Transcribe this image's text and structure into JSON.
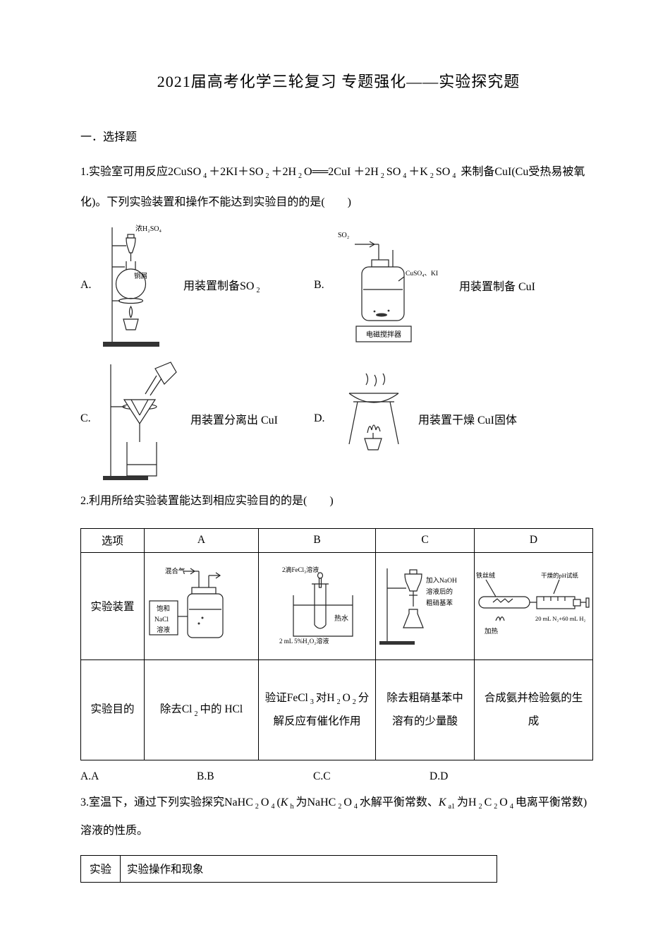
{
  "doc": {
    "title": "2021届高考化学三轮复习 专题强化——实验探究题",
    "section": "一．选择题"
  },
  "q1": {
    "stem": [
      {
        "t": "1.实验室可用反应2CuSO"
      },
      {
        "s": "4"
      },
      {
        "t": "＋2KI＋SO"
      },
      {
        "s": "2"
      },
      {
        "t": "＋2H"
      },
      {
        "s": "2"
      },
      {
        "t": "O"
      },
      {
        "t": "══"
      },
      {
        "t": "2CuI ＋2H"
      },
      {
        "s": "2"
      },
      {
        "t": "SO"
      },
      {
        "s": "4"
      },
      {
        "t": "＋K"
      },
      {
        "s": "2"
      },
      {
        "t": "SO"
      },
      {
        "s": "4"
      },
      {
        "t": " 来制备CuI(Cu受热易被氧化)。下列实验装置和操作不能达到实验目的的是(　　)"
      }
    ],
    "options": {
      "a": {
        "label": "A.",
        "desc": [
          {
            "t": "用装置制备SO"
          },
          {
            "s": "2"
          }
        ]
      },
      "b": {
        "label": "B.",
        "desc": [
          {
            "t": "用装置制备 CuI"
          }
        ]
      },
      "c": {
        "label": "C.",
        "desc": [
          {
            "t": "用装置分离出 CuI"
          }
        ]
      },
      "d": {
        "label": "D.",
        "desc": [
          {
            "t": "用装置干燥 CuI固体"
          }
        ]
      }
    },
    "diagrams": {
      "a": {
        "acid": "浓H₂SO₄",
        "copper": "铜屑"
      },
      "b": {
        "gas": "SO₂",
        "solution": "CuSO₄、KI",
        "stirrer": "电磁搅拌器"
      }
    }
  },
  "q2": {
    "stem": "2.利用所给实验装置能达到相应实验目的的是(　　)",
    "headers": [
      "选项",
      "A",
      "B",
      "C",
      "D"
    ],
    "row_device": "实验装置",
    "row_purpose": "实验目的",
    "purpose": {
      "a": [
        {
          "t": "除去Cl"
        },
        {
          "s": "2"
        },
        {
          "t": "中的 HCl"
        }
      ],
      "b": [
        {
          "t": "验证FeCl"
        },
        {
          "s": "3"
        },
        {
          "t": "对H"
        },
        {
          "s": "2"
        },
        {
          "t": "O"
        },
        {
          "s": "2"
        },
        {
          "t": "分解反应有催化作用"
        }
      ],
      "c": [
        {
          "t": "除去粗硝基苯中溶有的少量酸"
        }
      ],
      "d": [
        {
          "t": "合成氨并检验氨的生成"
        }
      ]
    },
    "diagrams": {
      "a": {
        "gas_in": "混合气",
        "label1": "饱和",
        "label2": "NaCl",
        "label3": "溶液"
      },
      "b": {
        "drop": "2滴FeCl₃溶液",
        "hot": "热水",
        "bottom": "2 mL 5%H₂O₂溶液"
      },
      "c": {
        "l1": "加入NaOH",
        "l2": "溶液后的",
        "l3": "粗硝基苯"
      },
      "d": {
        "iron": "铁丝绒",
        "ph": "干燥的pH试纸",
        "mix": "20 mL N₂+60 mL H₂",
        "heat": "加热"
      }
    },
    "answers": [
      "A.A",
      "B.B",
      "C.C",
      "D.D"
    ]
  },
  "q3": {
    "stem": [
      {
        "t": "3.室温下，通过下列实验探究NaHC"
      },
      {
        "s": "2"
      },
      {
        "t": "O"
      },
      {
        "s": "4"
      },
      {
        "t": "("
      },
      {
        "i": "K"
      },
      {
        "s": "h"
      },
      {
        "t": "为NaHC"
      },
      {
        "s": "2"
      },
      {
        "t": "O"
      },
      {
        "s": "4"
      },
      {
        "t": "水解平衡常数、"
      },
      {
        "i": "K"
      },
      {
        "s": "a1"
      },
      {
        "t": "为H"
      },
      {
        "s": "2"
      },
      {
        "t": "C"
      },
      {
        "s": "2"
      },
      {
        "t": "O"
      },
      {
        "s": "4"
      },
      {
        "t": "电离平衡常数)溶液的性质。"
      }
    ],
    "table": {
      "col_exp": "实验",
      "col_op": "实验操作和现象"
    }
  }
}
